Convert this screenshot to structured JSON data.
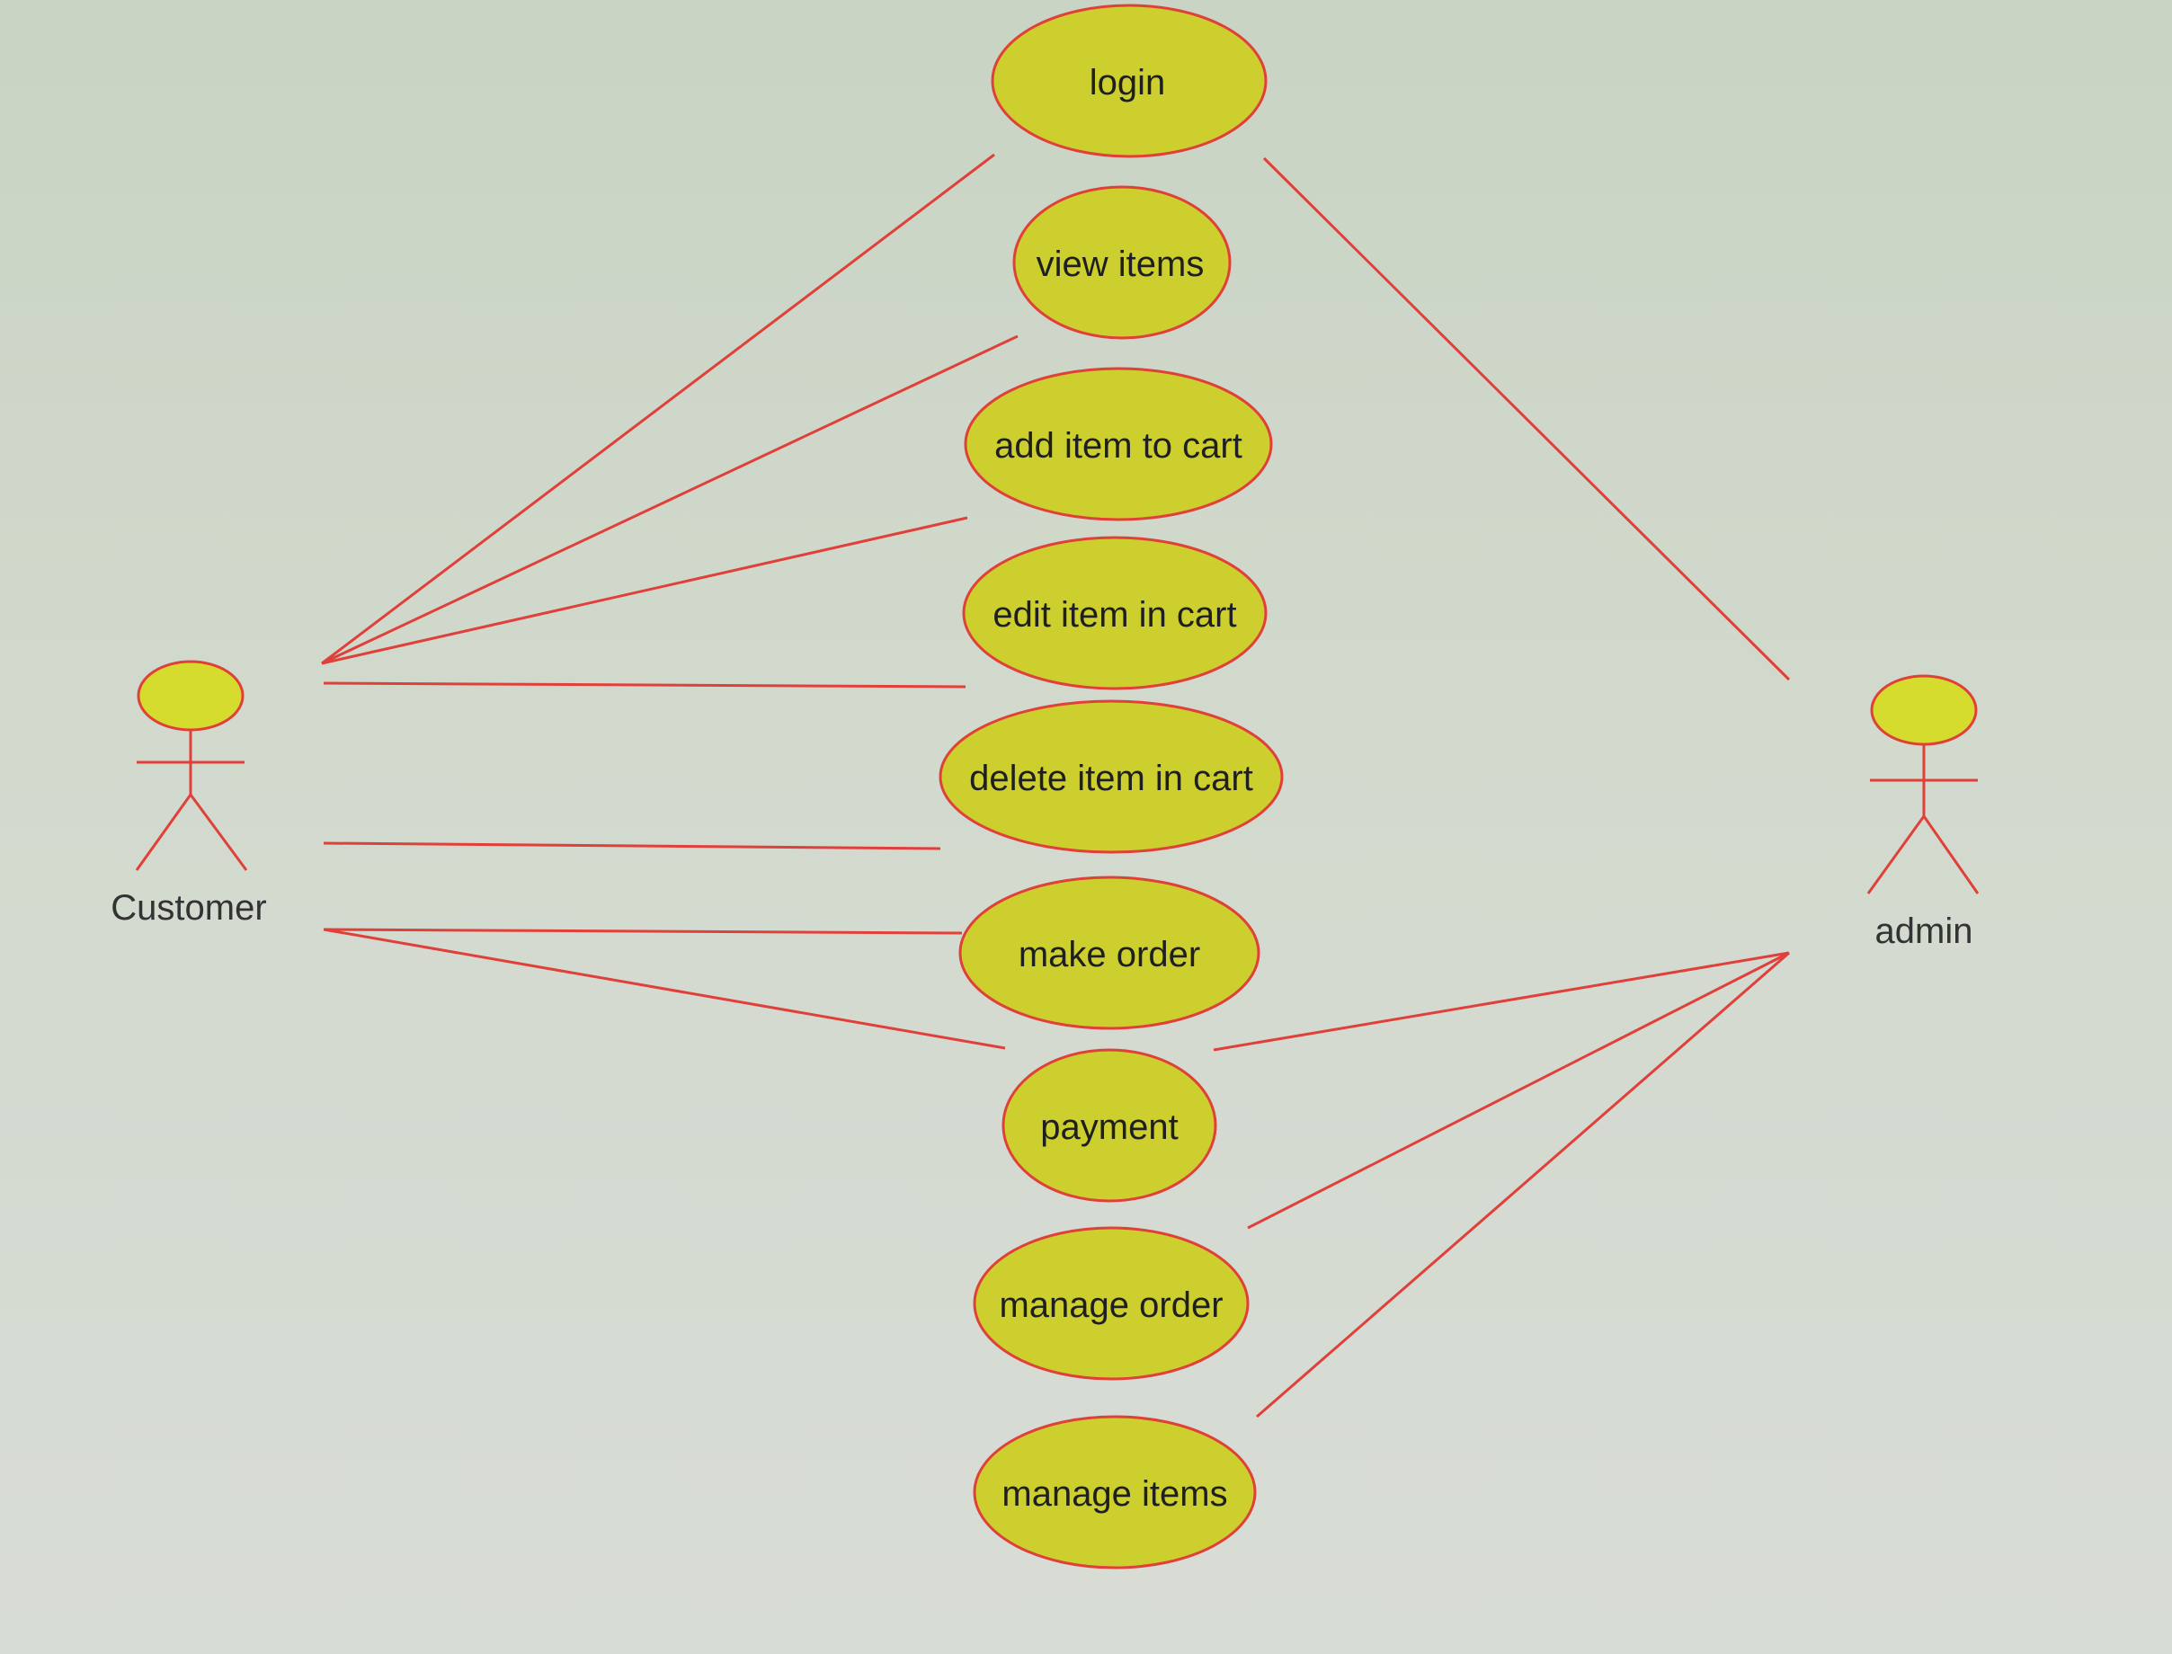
{
  "diagram": {
    "colors": {
      "usecase_fill": "#cccf2e",
      "line": "#e0403a",
      "actor_head": "#d6dc2e",
      "background": "#d2d9cd"
    },
    "actors": {
      "customer": {
        "label": "Customer"
      },
      "admin": {
        "label": "admin"
      }
    },
    "usecases": [
      {
        "id": "login",
        "label": "login"
      },
      {
        "id": "view-items",
        "label": "view items"
      },
      {
        "id": "add-item-to-cart",
        "label": "add item to cart"
      },
      {
        "id": "edit-item-in-cart",
        "label": "edit item in cart"
      },
      {
        "id": "delete-item-in-cart",
        "label": "delete item in cart"
      },
      {
        "id": "make-order",
        "label": "make order"
      },
      {
        "id": "payment",
        "label": "payment"
      },
      {
        "id": "manage-order",
        "label": "manage order"
      },
      {
        "id": "manage-items",
        "label": "manage items"
      }
    ],
    "associations": [
      {
        "actor": "customer",
        "usecase": "login"
      },
      {
        "actor": "customer",
        "usecase": "view-items"
      },
      {
        "actor": "customer",
        "usecase": "add-item-to-cart"
      },
      {
        "actor": "customer",
        "usecase": "edit-item-in-cart"
      },
      {
        "actor": "customer",
        "usecase": "delete-item-in-cart"
      },
      {
        "actor": "customer",
        "usecase": "make-order"
      },
      {
        "actor": "customer",
        "usecase": "payment"
      },
      {
        "actor": "admin",
        "usecase": "login"
      },
      {
        "actor": "admin",
        "usecase": "payment"
      },
      {
        "actor": "admin",
        "usecase": "manage-order"
      },
      {
        "actor": "admin",
        "usecase": "manage-items"
      }
    ]
  }
}
